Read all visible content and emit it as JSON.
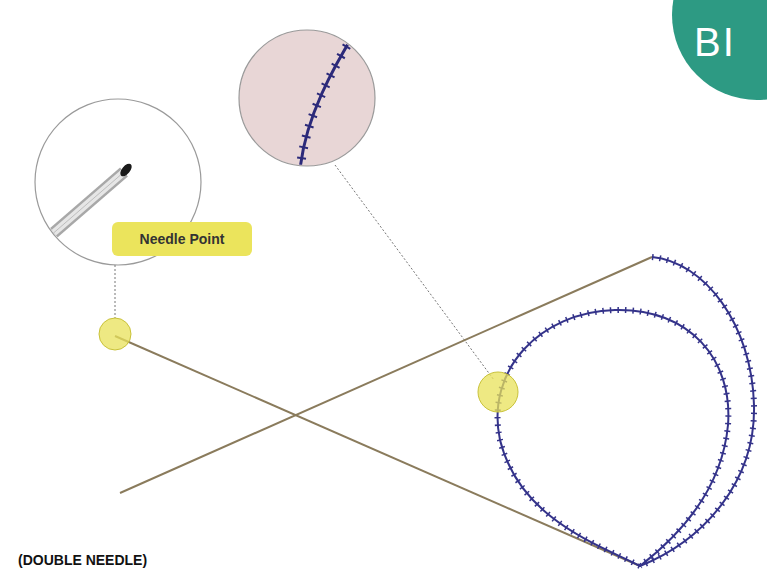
{
  "diagram": {
    "nodes": [
      {
        "text": [
          "BI"
        ]
      },
      {
        "text": [
          "Needle Point"
        ]
      }
    ],
    "labels": [
      "(DOUBLE NEEDLE)"
    ]
  }
}
